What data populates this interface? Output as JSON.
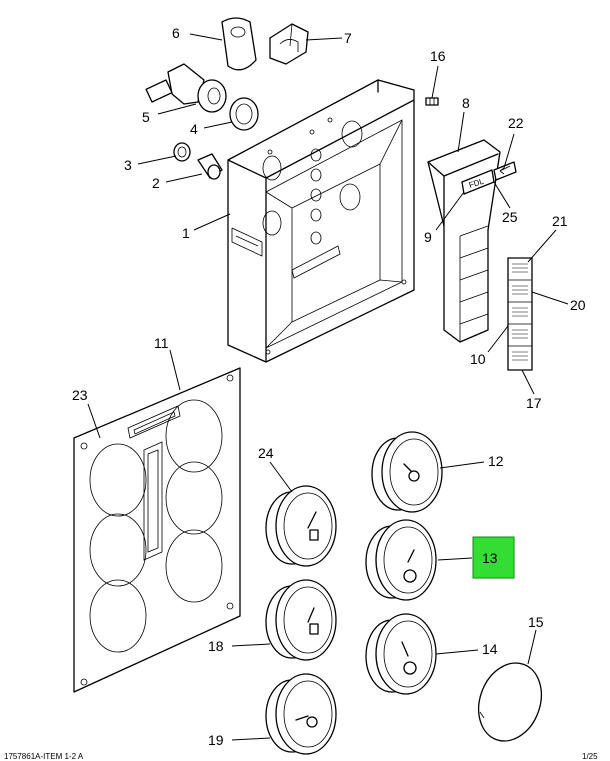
{
  "callouts": {
    "c1": "1",
    "c2": "2",
    "c3": "3",
    "c4": "4",
    "c5": "5",
    "c6": "6",
    "c7": "7",
    "c8": "8",
    "c9": "9",
    "c10": "10",
    "c11": "11",
    "c12": "12",
    "c13": "13",
    "c14": "14",
    "c15": "15",
    "c16": "16",
    "c17": "17",
    "c18": "18",
    "c19": "19",
    "c20": "20",
    "c21": "21",
    "c22": "22",
    "c23": "23",
    "c24": "24",
    "c25": "25"
  },
  "tag_label": "FDL",
  "highlight": {
    "callout": "13",
    "color": "#33dd33"
  },
  "footer_left": "1757861A-ITEM 1-2 A",
  "footer_right": "1/25"
}
